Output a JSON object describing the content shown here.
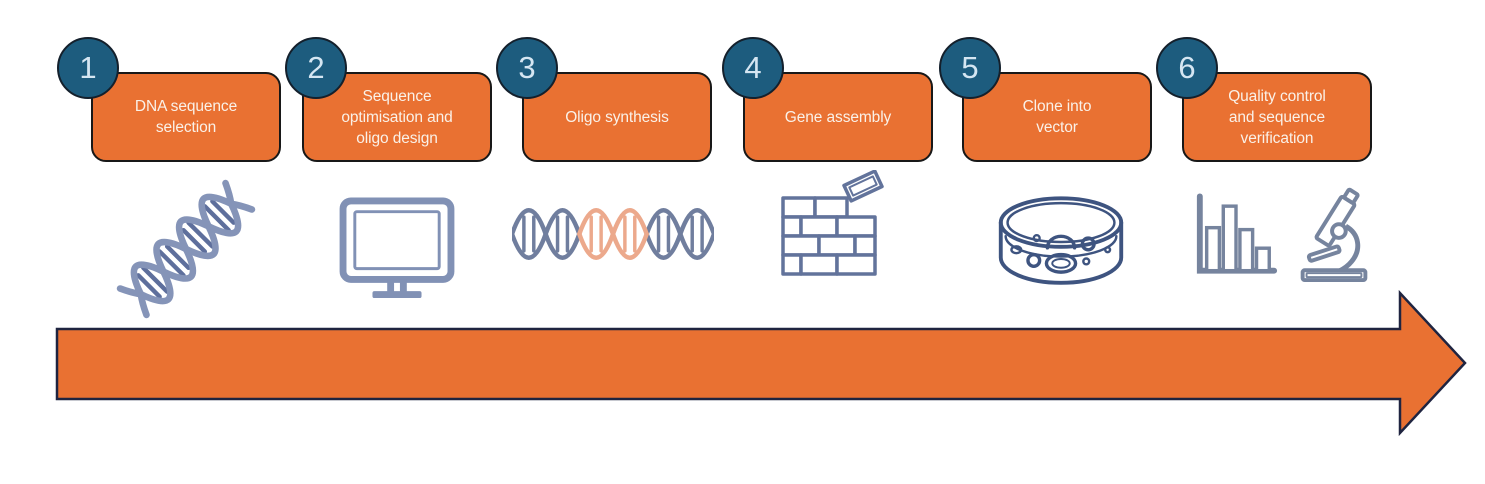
{
  "workflow": {
    "direction": "left-to-right",
    "steps": [
      {
        "number": "1",
        "label": "DNA sequence selection",
        "icon": "dna-helix-icon"
      },
      {
        "number": "2",
        "label": "Sequence optimisation and oligo design",
        "icon": "computer-monitor-icon"
      },
      {
        "number": "3",
        "label": "Oligo synthesis",
        "icon": "dna-strand-icon"
      },
      {
        "number": "4",
        "label": "Gene assembly",
        "icon": "brick-wall-icon"
      },
      {
        "number": "5",
        "label": "Clone into vector",
        "icon": "petri-dish-icon"
      },
      {
        "number": "6",
        "label": "Quality control and sequence verification",
        "icon": "bar-chart-icon + microscope-icon"
      }
    ],
    "arrow": {
      "shape": "right-arrow",
      "fill": "#E97132",
      "border": "#1F2440"
    }
  },
  "colors": {
    "step_fill": "#E97132",
    "step_border": "#181818",
    "step_text": "#FAF1E8",
    "badge_fill": "#1D5C7E",
    "badge_border": "#14202C",
    "badge_text": "#D5E6F2",
    "icon_blue_gray": "#8594B8",
    "icon_slate": "#76849E",
    "icon_navy": "#3E5480",
    "icon_orange": "#ECA98C",
    "background": "#FFFFFF"
  }
}
